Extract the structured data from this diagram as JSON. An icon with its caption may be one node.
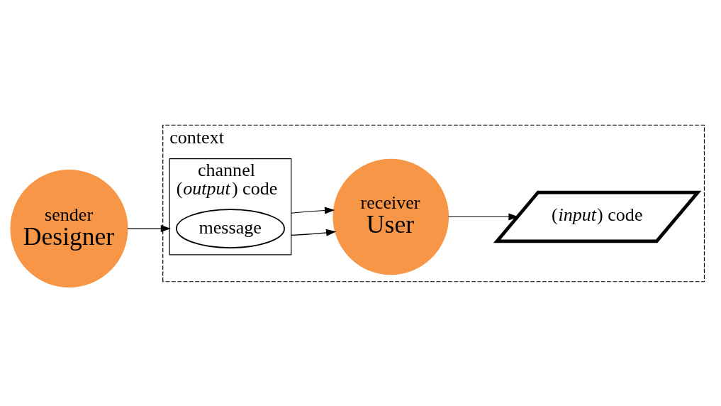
{
  "diagram": {
    "nodes": [
      {
        "text": [
          "context"
        ]
      },
      {
        "text": [
          "sender",
          "Designer"
        ]
      },
      {
        "text": [
          "channel",
          "(*output*) code"
        ],
        "in": 0
      },
      {
        "text": [
          "message"
        ],
        "in": 2
      },
      {
        "text": [
          "(*input*) code"
        ],
        "in": 0
      },
      {
        "text": [
          "receiver",
          "User"
        ],
        "in": 0
      }
    ],
    "edges": [
      {
        "from": 1,
        "to": 2,
        "arrow": "to"
      },
      {
        "from": 2,
        "to": 5,
        "arrow": "to"
      },
      {
        "from": 2,
        "to": 5,
        "arrow": "to"
      },
      {
        "from": 5,
        "to": 4,
        "arrow": "to"
      }
    ]
  }
}
